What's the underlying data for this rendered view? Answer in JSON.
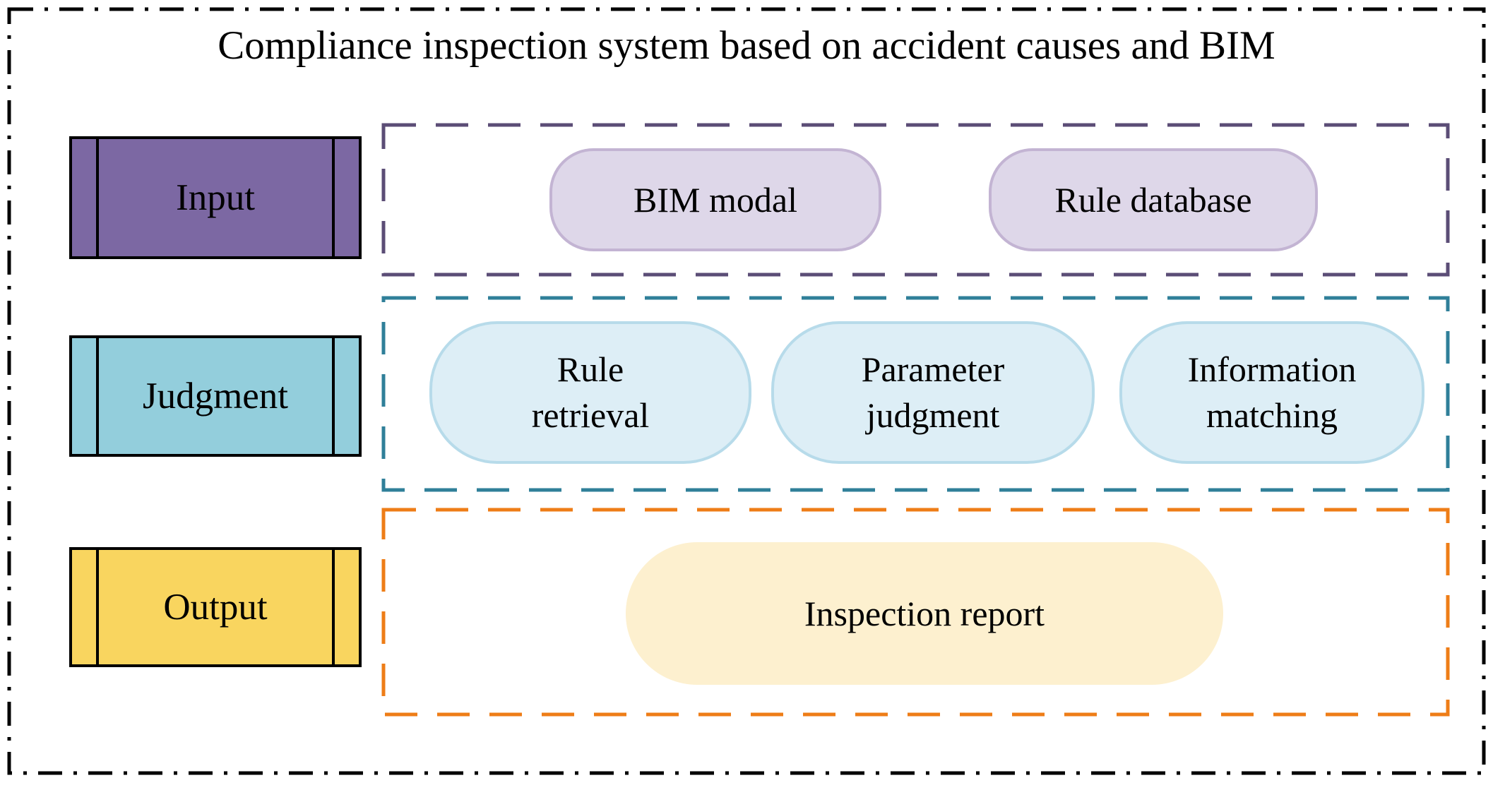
{
  "diagram": {
    "title": "Compliance inspection system based on accident causes and BIM",
    "outer_border_color": "#000000",
    "rows": [
      {
        "label": "Input",
        "stage_fill": "#7c68a3",
        "group_border_color": "#5b4d76",
        "item_fill": "#ded7e9",
        "item_border": "#c3b4d3",
        "items": [
          {
            "label": "BIM modal"
          },
          {
            "label": "Rule database"
          }
        ]
      },
      {
        "label": "Judgment",
        "stage_fill": "#93cedc",
        "group_border_color": "#2f7f99",
        "item_fill": "#ddeef6",
        "item_border": "#b7dbea",
        "items": [
          {
            "label": "Rule\nretrieval"
          },
          {
            "label": "Parameter\njudgment"
          },
          {
            "label": "Information\nmatching"
          }
        ]
      },
      {
        "label": "Output",
        "stage_fill": "#f9d55f",
        "group_border_color": "#ee7d17",
        "item_fill": "#fdf0cf",
        "item_border": "#fdf0cf",
        "items": [
          {
            "label": "Inspection report"
          }
        ]
      }
    ]
  }
}
